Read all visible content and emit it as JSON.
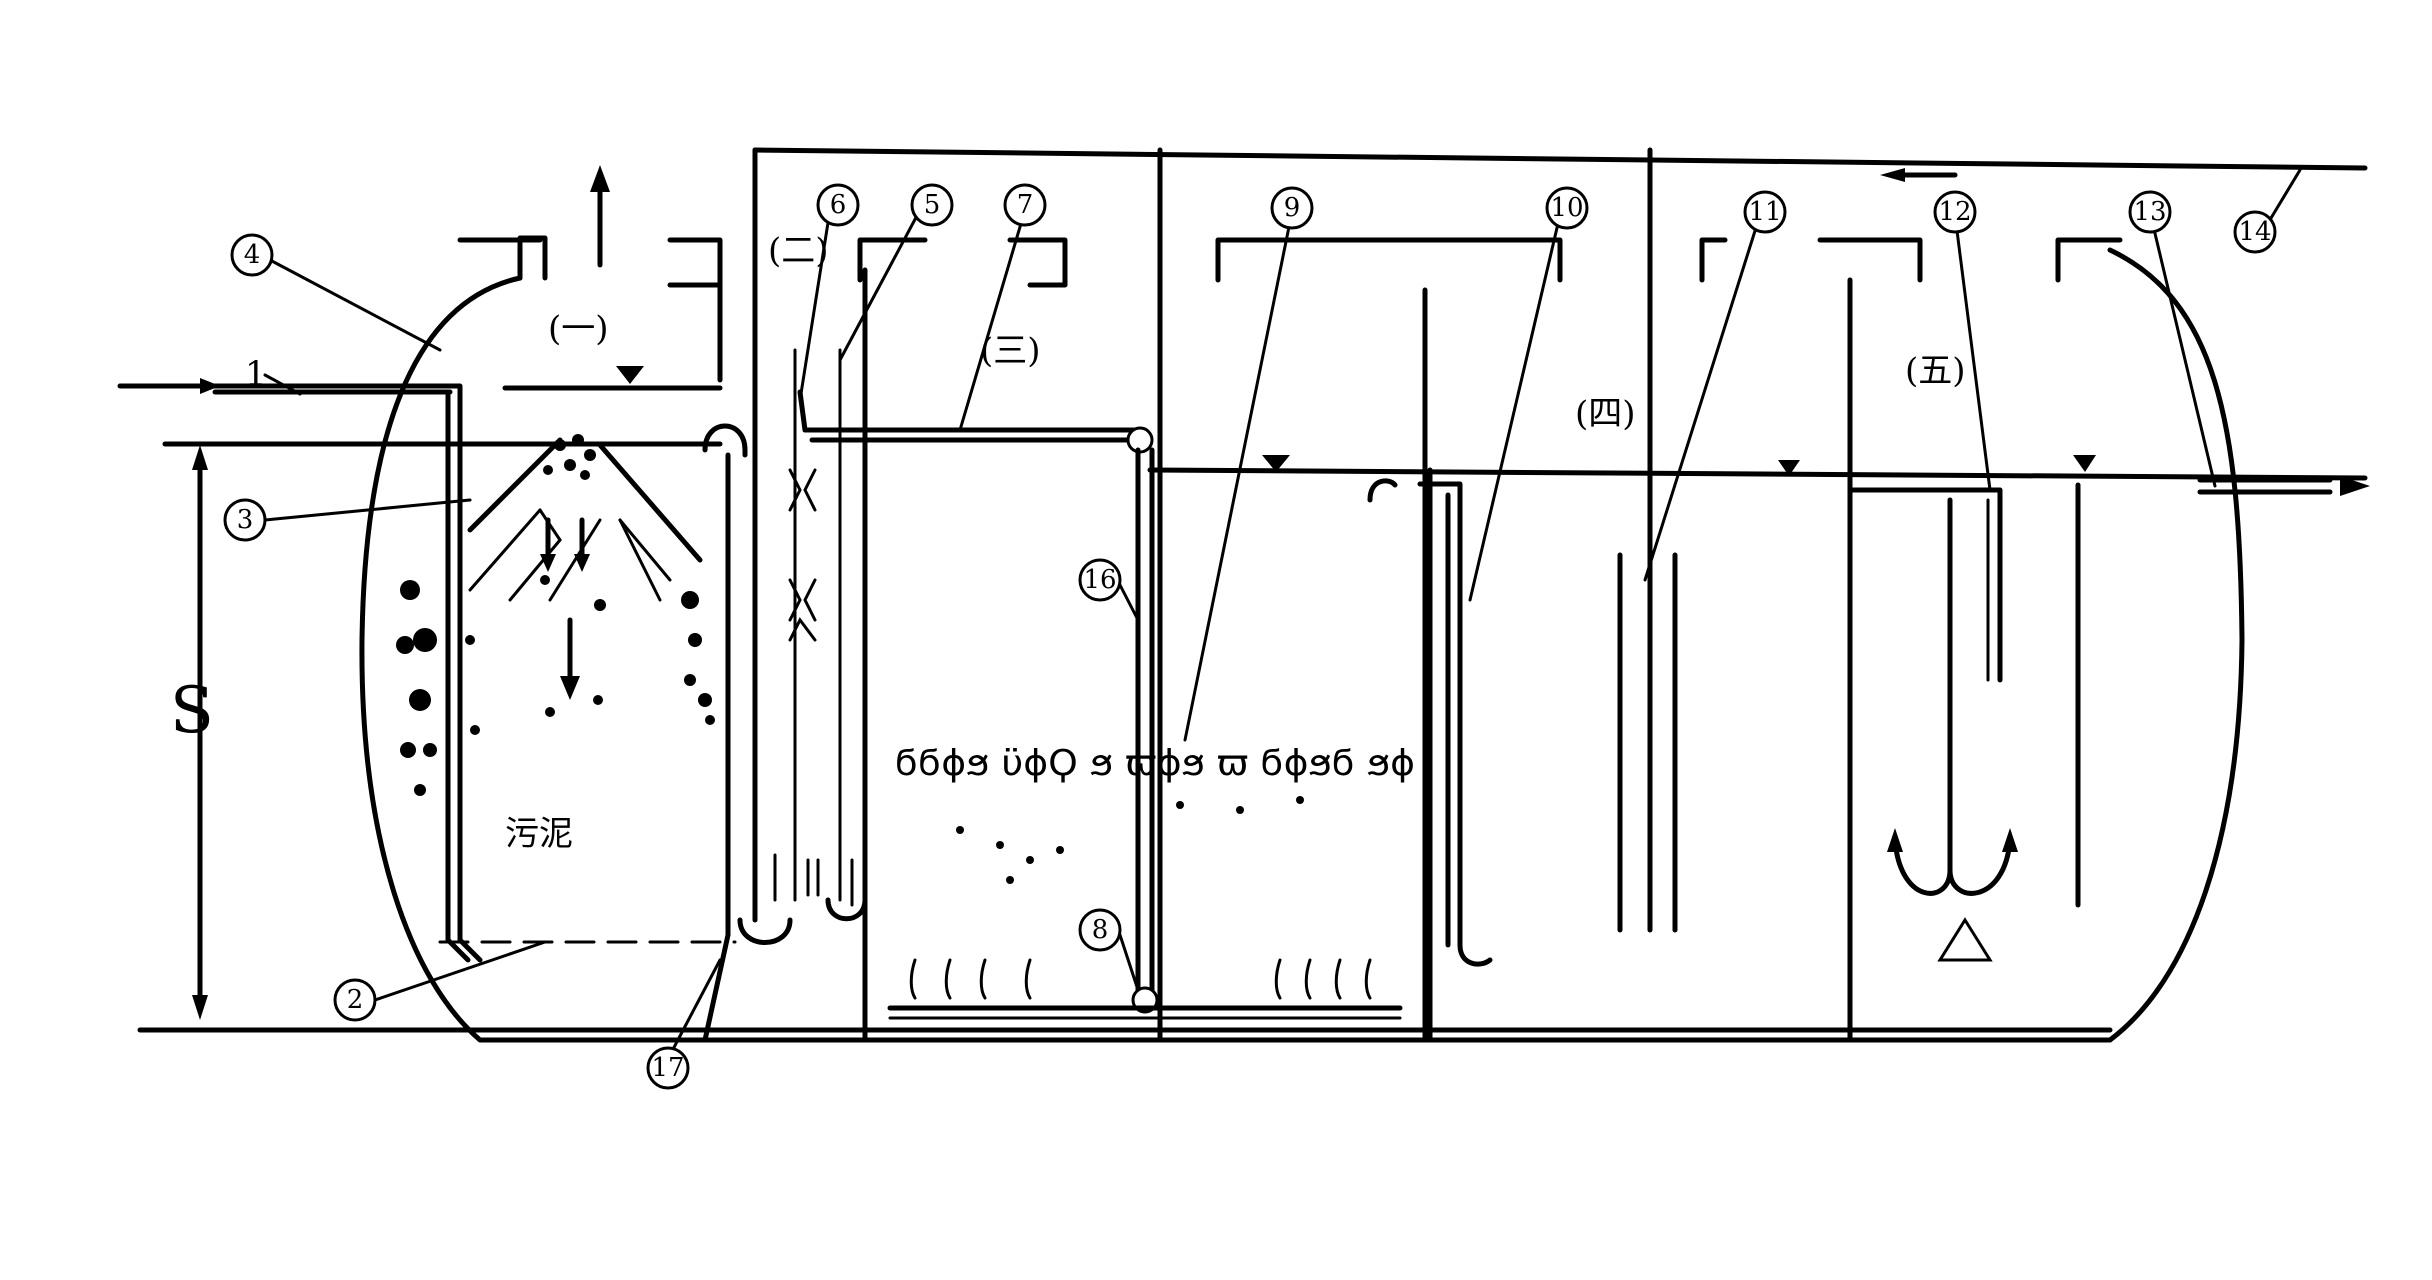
{
  "diagram": {
    "dimension_label": "S",
    "stage_labels": [
      "(一)",
      "(二)",
      "(三)",
      "(四)",
      "(五)"
    ],
    "sludge_label": "污泥",
    "media_chars": "ϭϭϕϧ ϋϕϘ ϧ ϖϕϧ ϖ ϭϕϧϭ ϧϕ",
    "callouts": [
      "1",
      "2",
      "3",
      "4",
      "5",
      "6",
      "7",
      "8",
      "9",
      "10",
      "11",
      "12",
      "13",
      "14",
      "16",
      "17"
    ]
  }
}
